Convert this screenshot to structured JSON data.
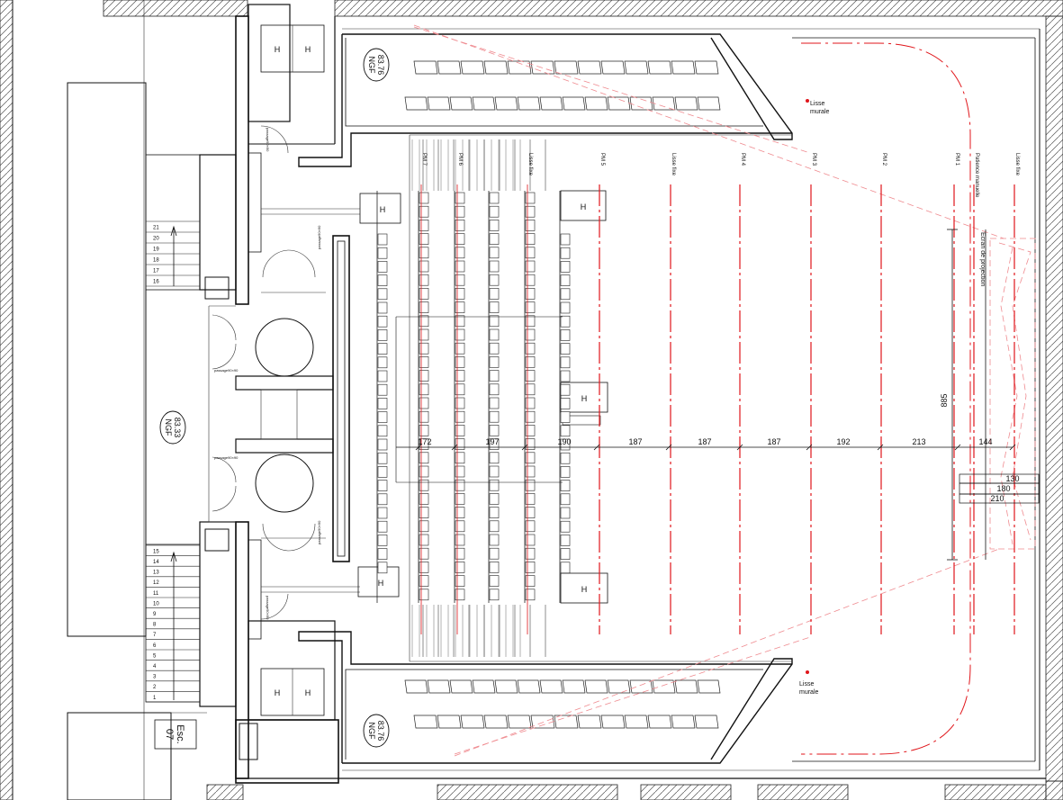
{
  "labels": {
    "ngf_top": "83.76\nNGF",
    "ngf_mid": "83.33\nNGF",
    "ngf_bottom": "83.76\nNGF",
    "esc": "Esc.\n07",
    "lisse_murale": "Lisse\nmurale",
    "ecran": "Ecran de projection",
    "porte": "passage90×90",
    "h": "H"
  },
  "bars": [
    {
      "name": "PM 7",
      "style": "black"
    },
    {
      "name": "PM 6",
      "style": "black"
    },
    {
      "name": "Lisse fixe",
      "style": "black"
    },
    {
      "name": "PM 5",
      "style": "red"
    },
    {
      "name": "Lisse fixe",
      "style": "red"
    },
    {
      "name": "PM 4",
      "style": "red"
    },
    {
      "name": "PM 3",
      "style": "red"
    },
    {
      "name": "PM 2",
      "style": "red"
    },
    {
      "name": "PM 1",
      "style": "red"
    },
    {
      "name": "Patience manuelle",
      "style": "red"
    },
    {
      "name": "Lisse fixe",
      "style": "red"
    }
  ],
  "dimensions": {
    "spacing": [
      "172",
      "197",
      "190",
      "187",
      "187",
      "187",
      "192",
      "213",
      "144"
    ],
    "screen_width": "885",
    "offsets": [
      "130",
      "180",
      "210"
    ]
  },
  "stairs": {
    "upper": [
      "21",
      "20",
      "19",
      "18",
      "17",
      "16"
    ],
    "lower": [
      "15",
      "14",
      "13",
      "12",
      "11",
      "10",
      "9",
      "8",
      "7",
      "6",
      "5",
      "4",
      "3",
      "2",
      "1"
    ]
  },
  "colors": {
    "line": "#111111",
    "rigging": "#e0161b",
    "projection": "#ef8a8f"
  }
}
